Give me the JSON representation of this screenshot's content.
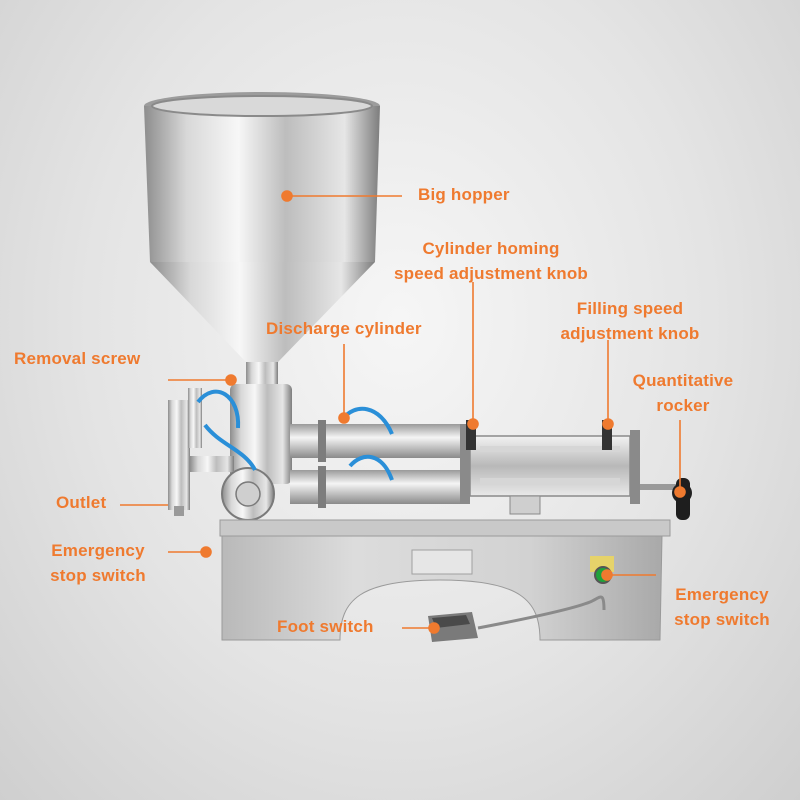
{
  "accent_color": "#ef7a2f",
  "labels": {
    "big_hopper": "Big hopper",
    "cylinder_homing_1": "Cylinder homing",
    "cylinder_homing_2": "speed adjustment knob",
    "filling_speed_1": "Filling speed",
    "filling_speed_2": "adjustment knob",
    "discharge_cylinder": "Discharge cylinder",
    "removal_screw": "Removal screw",
    "quantitative_1": "Quantitative",
    "quantitative_2": "rocker",
    "outlet": "Outlet",
    "emergency_left_1": "Emergency",
    "emergency_left_2": "stop switch",
    "emergency_right_1": "Emergency",
    "emergency_right_2": "stop switch",
    "foot_switch": "Foot switch"
  }
}
